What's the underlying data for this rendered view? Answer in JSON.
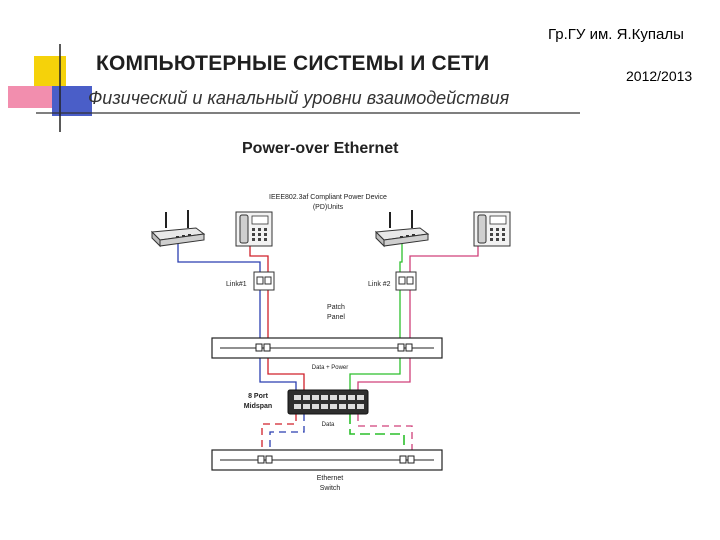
{
  "header": {
    "university": "Гр.ГУ им. Я.Купалы",
    "year": "2012/2013",
    "course_title": "КОМПЬЮТЕРНЫЕ СИСТЕМЫ И СЕТИ",
    "topic": "Физический и канальный уровни взаимодействия"
  },
  "diagram": {
    "title": "Power-over Ethernet",
    "pd_units_line1": "IEEE802.3af Compliant Power Device",
    "pd_units_line2": "(PD)Units",
    "link1": "Link#1",
    "link2": "Link #2",
    "patch_panel_line1": "Patch",
    "patch_panel_line2": "Panel",
    "data_power": "Data + Power",
    "midspan_line1": "8 Port",
    "midspan_line2": "Midspan",
    "data": "Data",
    "switch_line1": "Ethernet",
    "switch_line2": "Switch"
  },
  "colors": {
    "accent_yellow": "#f5d20a",
    "accent_blue": "#4a5ec8",
    "accent_pink": "#f07aa0",
    "wire_blue": "#2b3fb0",
    "wire_red": "#d0202a",
    "wire_green": "#2cbf2c",
    "wire_magenta": "#d0407a"
  }
}
